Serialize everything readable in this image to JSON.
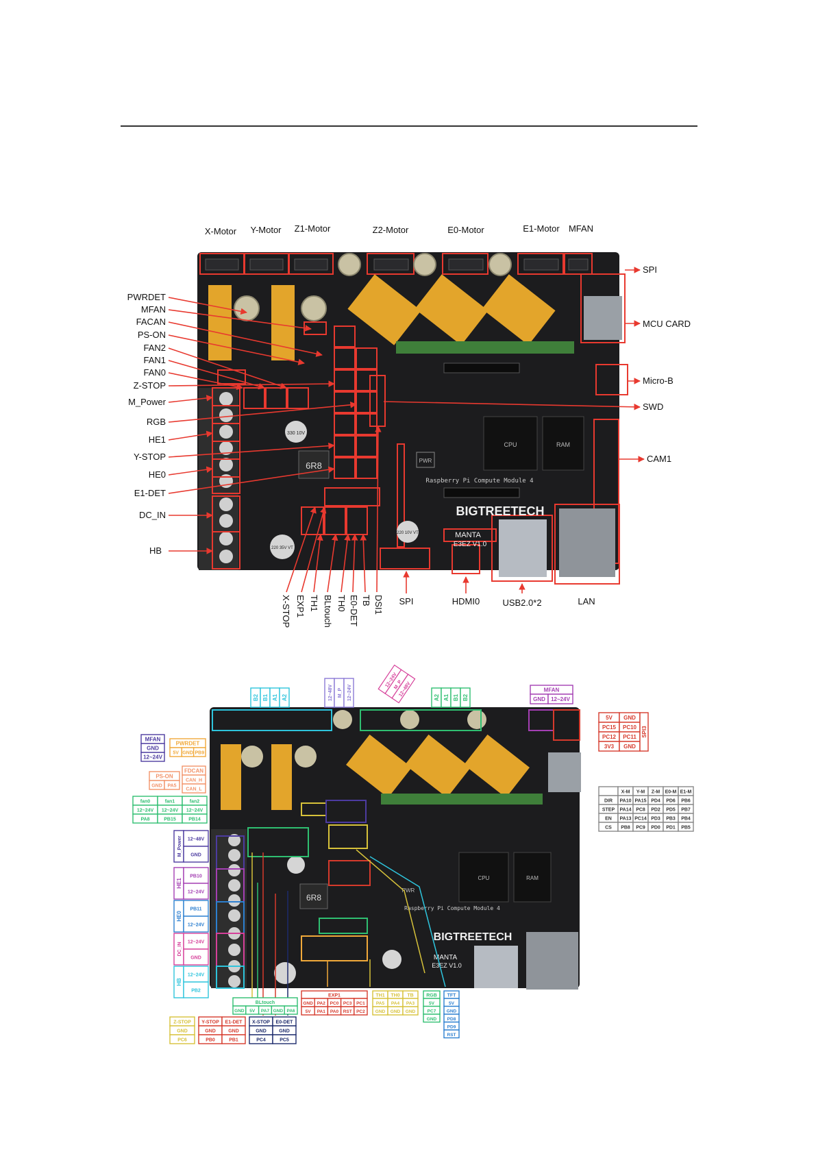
{
  "diagram1": {
    "top_labels": [
      "X-Motor",
      "Y-Motor",
      "Z1-Motor",
      "Z2-Motor",
      "E0-Motor",
      "E1-Motor",
      "MFAN"
    ],
    "left_labels": [
      "PWRDET",
      "MFAN",
      "FACAN",
      "PS-ON",
      "FAN2",
      "FAN1",
      "FAN0",
      "Z-STOP",
      "M_Power",
      "RGB",
      "HE1",
      "Y-STOP",
      "HE0",
      "E1-DET",
      "DC_IN",
      "HB"
    ],
    "right_labels": [
      "SPI",
      "MCU CARD",
      "Micro-B",
      "SWD",
      "CAM1"
    ],
    "bottom_vertical_labels": [
      "X-STOP",
      "EXP1",
      "TH1",
      "BLtouch",
      "TH0",
      "E0-DET",
      "TB",
      "DSI1"
    ],
    "bottom_labels": [
      "SPI",
      "HDMI0",
      "USB2.0*2",
      "LAN"
    ],
    "silkscreen": {
      "brand": "BIGTREETECH",
      "model": "MANTA",
      "version": "E3EZ V1.0",
      "cpu": "CPU",
      "ram": "RAM",
      "pwr": "PWR",
      "module": "Raspberry Pi Compute Module 4",
      "inductor": "6R8",
      "cap1": "330 10V",
      "cap2": "220 10V VT",
      "cap3": "220 35V VT"
    }
  },
  "diagram2": {
    "top_left_pins": [
      "B2",
      "B1",
      "A1",
      "A2"
    ],
    "power_top": [
      "12~48V",
      "M_P",
      "12~24V"
    ],
    "power_tilted": [
      "12~24V",
      "M_P",
      "12~48V"
    ],
    "top_right_pins": [
      "A2",
      "A1",
      "B1",
      "B2"
    ],
    "mfan_top": {
      "title": "MFAN",
      "pins": [
        "GND",
        "12~24V"
      ]
    },
    "spi3": {
      "title": "SPI3",
      "rows": [
        [
          "5V",
          "GND"
        ],
        [
          "PC15",
          "PC10"
        ],
        [
          "PC12",
          "PC11"
        ],
        [
          "3V3",
          "GND"
        ]
      ]
    },
    "mfan_left": {
      "title": "MFAN",
      "pins": [
        "GND",
        "12~24V"
      ]
    },
    "pwrdet": {
      "title": "PWRDET",
      "pins": [
        "5V",
        "GND",
        "PB9"
      ]
    },
    "fdcan": {
      "title": "FDCAN",
      "pins": [
        "CAN_H",
        "CAN_L"
      ]
    },
    "ps_on": {
      "title": "PS-ON",
      "pins": [
        "GND",
        "PA5"
      ]
    },
    "fans": {
      "names": [
        "fan0",
        "fan1",
        "fan2"
      ],
      "voltage": [
        "12~24V",
        "12~24V",
        "12~24V"
      ],
      "pins": [
        "PA8",
        "PB15",
        "PB14"
      ]
    },
    "m_power": {
      "title": "M_Power",
      "pins": [
        "12~48V",
        "GND"
      ]
    },
    "he1": {
      "title": "HE1",
      "pins": [
        "PB10",
        "12~24V"
      ]
    },
    "he0": {
      "title": "HE0",
      "pins": [
        "PB11",
        "12~24V"
      ]
    },
    "dc_in": {
      "title": "DC_IN",
      "pins": [
        "12~24V",
        "GND"
      ]
    },
    "hb": {
      "title": "HB",
      "pins": [
        "12~24V",
        "PB2"
      ]
    },
    "motor_table": {
      "headers": [
        "",
        "X-M",
        "Y-M",
        "Z-M",
        "E0-M",
        "E1-M"
      ],
      "rows": [
        [
          "DIR",
          "PA10",
          "PA15",
          "PD4",
          "PD6",
          "PB6"
        ],
        [
          "STEP",
          "PA14",
          "PC8",
          "PD2",
          "PD5",
          "PB7"
        ],
        [
          "EN",
          "PA13",
          "PC14",
          "PD3",
          "PB3",
          "PB4"
        ],
        [
          "CS",
          "PB8",
          "PC9",
          "PD0",
          "PD1",
          "PB5"
        ]
      ]
    },
    "z_stop": {
      "title": "Z-STOP",
      "pins": [
        "GND",
        "PC6"
      ]
    },
    "y_stop": {
      "title": "Y-STOP",
      "pins": [
        "GND",
        "PB0"
      ]
    },
    "e1_det": {
      "title": "E1-DET",
      "pins": [
        "GND",
        "PB1"
      ]
    },
    "bltouch": {
      "title": "BLtouch",
      "pins": [
        "GND",
        "5V",
        "PA7",
        "GND",
        "PA6"
      ]
    },
    "x_stop": {
      "title": "X-STOP",
      "pins": [
        "GND",
        "PC4"
      ]
    },
    "e0_det": {
      "title": "E0-DET",
      "pins": [
        "GND",
        "PC5"
      ]
    },
    "exp1": {
      "title": "EXP1",
      "row1": [
        "GND",
        "PA2",
        "PC0",
        "PC3",
        "PC1"
      ],
      "row2": [
        "5V",
        "PA1",
        "PA0",
        "RST",
        "PC2"
      ]
    },
    "th1": {
      "title": "TH1",
      "pins": [
        "PA5",
        "GND"
      ]
    },
    "th0": {
      "title": "TH0",
      "pins": [
        "PA4",
        "GND"
      ]
    },
    "tb": {
      "title": "TB",
      "pins": [
        "PA3",
        "GND"
      ]
    },
    "rgb": {
      "title": "RGB",
      "pins": [
        "5V",
        "PC7",
        "GND"
      ]
    },
    "tft": {
      "title": "TFT",
      "pins": [
        "5V",
        "GND",
        "PD8",
        "PD9",
        "RST"
      ]
    },
    "silkscreen": {
      "brand": "BIGTREETECH",
      "model": "MANTA",
      "version": "E3EZ V1.0",
      "cpu": "CPU",
      "ram": "RAM",
      "pwr": "PWR",
      "module": "Raspberry Pi Compute Module 4",
      "inductor": "6R8"
    }
  },
  "colors": {
    "board": "#1c1c1e",
    "callout_red": "#e8392f",
    "cyan": "#2ec4dc",
    "magenta": "#a43fb3",
    "pink_mag": "#d6409a",
    "green": "#2fbf71",
    "orange": "#f1a93a",
    "purple": "#4c3ba0",
    "yellow": "#d7c23a",
    "blue": "#2c7fd0",
    "salmon": "#f2936a",
    "navy": "#1c2a6b",
    "red2": "#d63a2c"
  }
}
